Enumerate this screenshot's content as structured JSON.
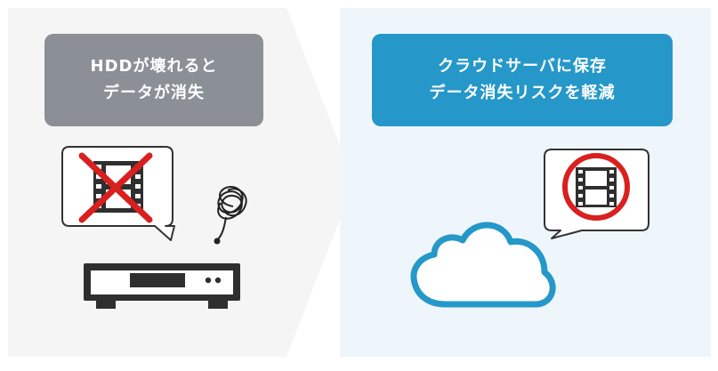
{
  "left_panel": {
    "title_line1": "HDDが壊れると",
    "title_line2": "データが消失",
    "title_color": "#8a9096",
    "background": "#f5f5f5",
    "bubble_icon": "film-crossed-out-icon",
    "device_icon": "hdd-recorder-icon",
    "tangle_icon": "tangled-tape-icon"
  },
  "right_panel": {
    "title_line1": "クラウドサーバに保存",
    "title_line2": "データ消失リスクを軽減",
    "title_color": "#2598c9",
    "background": "#eef6fb",
    "bubble_icon": "film-circled-icon",
    "cloud_icon": "cloud-icon"
  },
  "colors": {
    "stroke": "#333333",
    "cross": "#d9201f",
    "cloud_stroke": "#2598c9"
  }
}
